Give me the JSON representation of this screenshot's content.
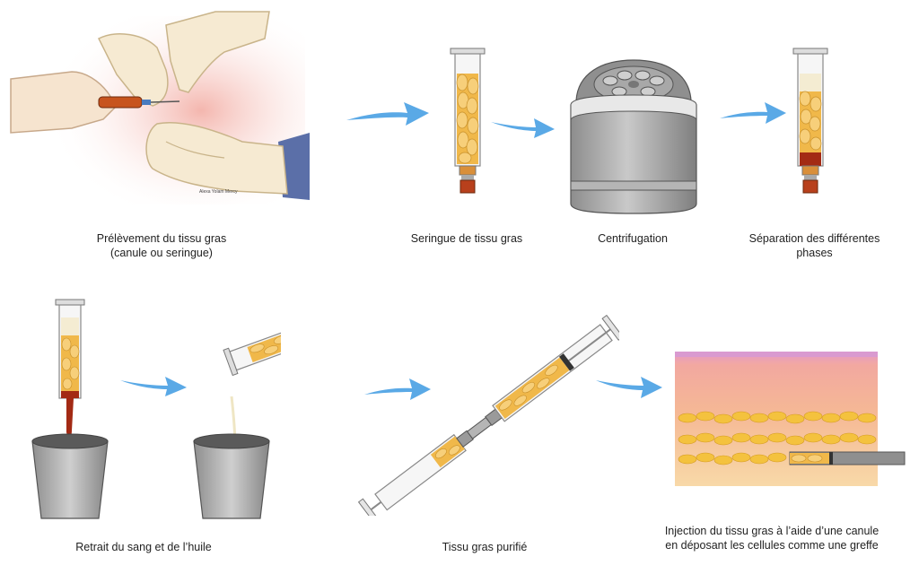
{
  "steps": [
    {
      "id": "harvest",
      "icon": "fat-harvest-hands-illustration",
      "caption_lines": [
        "Prélèvement du tissu gras",
        "(canule ou seringue)"
      ]
    },
    {
      "id": "syringe",
      "icon": "fat-syringe-illustration",
      "caption_lines": [
        "Seringue de tissu gras"
      ]
    },
    {
      "id": "centrifuge",
      "icon": "centrifuge-illustration",
      "caption_lines": [
        "Centrifugation"
      ]
    },
    {
      "id": "separation",
      "icon": "separated-phases-syringe-illustration",
      "caption_lines": [
        "Séparation des différentes",
        "phases"
      ]
    },
    {
      "id": "drain",
      "icon": "draining-cups-illustration",
      "caption_lines": [
        "Retrait du sang et de l’huile"
      ]
    },
    {
      "id": "purified",
      "icon": "purified-fat-syringes-illustration",
      "caption_lines": [
        "Tissu gras purifié"
      ]
    },
    {
      "id": "injection",
      "icon": "skin-injection-cross-section-illustration",
      "caption_lines": [
        "Injection du tissu gras à l’aide d’une canule",
        "en déposant les cellules comme une greffe"
      ]
    }
  ],
  "colors": {
    "arrow": "#5aa9e6",
    "fat": "#f0b84a",
    "fat_dark": "#c8902a",
    "blood": "#a32a14",
    "oil": "#f4ecd2",
    "metal": "#9a9a9a",
    "glove": "#f6ead2",
    "skin_pink": "#f2a8a0"
  }
}
